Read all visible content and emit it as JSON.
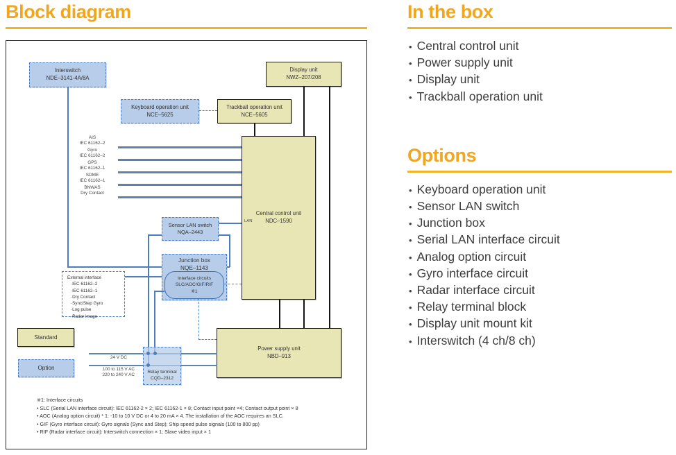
{
  "page": {
    "left_title": "Block diagram",
    "bullet": "•",
    "colors": {
      "accent_orange": "#F0A71F",
      "standard_fill": "#E9E6B5",
      "option_fill": "#B7CDE9",
      "option_border": "#4A7CC0",
      "text_gray": "#3D3D3D"
    }
  },
  "in_the_box": {
    "title": "In the box",
    "items": [
      "Central control unit",
      "Power supply unit",
      "Display unit",
      "Trackball operation unit"
    ]
  },
  "options": {
    "title": "Options",
    "items": [
      "Keyboard operation unit",
      "Sensor LAN switch",
      "Junction box",
      "Serial LAN interface circuit",
      "Analog option circuit",
      "Gyro interface circuit",
      "Radar interface circuit",
      "Relay terminal block",
      "Display unit mount kit",
      "Interswitch (4 ch/8 ch)"
    ]
  },
  "diagram": {
    "legend": {
      "standard": "Standard",
      "option": "Option"
    },
    "units": {
      "interswitch": {
        "name": "Interswitch",
        "model": "NDE–3141-4A/8A"
      },
      "keyboard": {
        "name": "Keyboard operation unit",
        "model": "NCE–5625"
      },
      "trackball": {
        "name": "Trackball operation unit",
        "model": "NCE–5605"
      },
      "display": {
        "name": "Display unit",
        "model": "NWZ–207/208"
      },
      "ccu": {
        "name": "Central control unit",
        "model": "NDC–1590",
        "port": "LAN"
      },
      "sensor_lan": {
        "name": "Sensor LAN switch",
        "model": "NQA–2443"
      },
      "junction": {
        "name": "Junction box",
        "model": "NQE–1143"
      },
      "interface_circuits": {
        "line1": "Interface circuits",
        "line2": "SLC/AOC/GIF/RIF",
        "line3": "※1"
      },
      "psu": {
        "name": "Power supply unit",
        "model": "NBD–913"
      },
      "relay": {
        "name": "Relay terminal",
        "model": "CQD–2312"
      }
    },
    "signals": [
      {
        "name": "AIS",
        "spec": "IEC 61162–2"
      },
      {
        "name": "Gyro",
        "spec": "IEC 61162–2"
      },
      {
        "name": "GPS",
        "spec": "IEC 61162–1"
      },
      {
        "name": "SDME",
        "spec": "IEC 61162–1"
      },
      {
        "name": "BNWAS",
        "spec": "Dry Contact"
      }
    ],
    "external_interface": {
      "title": "External interface",
      "items": [
        "·IEC 61162–2",
        "·IEC 61162–1",
        "·Dry Contact",
        "·Sync/Step Gyro",
        "·Log pulse",
        "·Radar image"
      ]
    },
    "power_labels": {
      "dc": "24 V DC",
      "ac1": "100 to 115 V AC",
      "ac2": "220 to 240 V AC"
    },
    "notes": [
      "※1: Interface circuits",
      "• SLC (Serial LAN interface circuit): IEC 61162-2 × 2; IEC 61162-1 × 8; Contact input point ×4; Contact output point × 8",
      "• AOC (Analog option circuit) * 1: -10 to 10 V DC or 4 to 20 mA × 4. The installation of the AOC requires an SLC.",
      "• GIF (Gyro interface circuit): Gyro signals (Sync and Step); Ship speed pulse signals (100 to 800 pp)",
      "• RIF (Radar interface circuit): Interswitch connection × 1; Slave video input × 1"
    ]
  }
}
